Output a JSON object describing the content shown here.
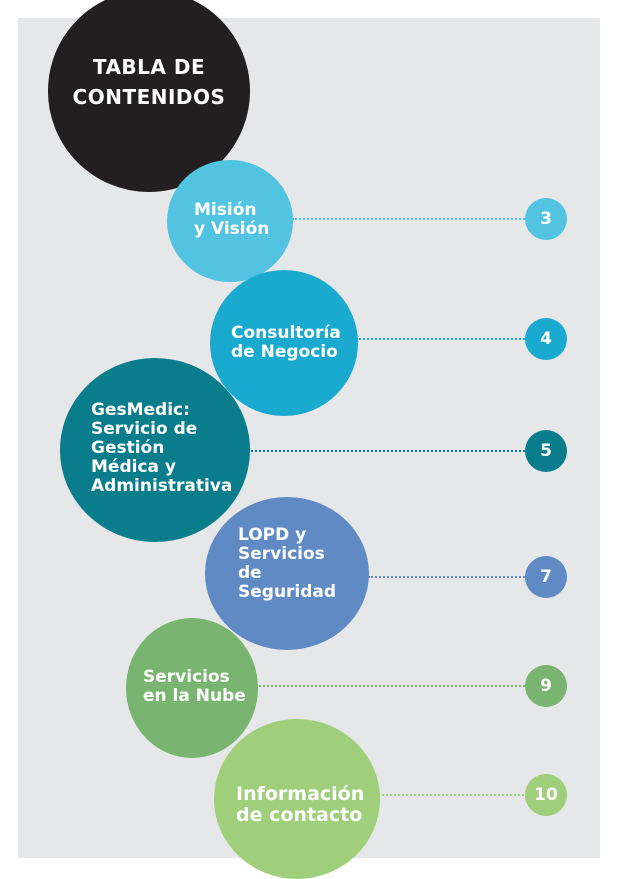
{
  "toc": {
    "title": "TABLA DE\nCONTENIDOS",
    "entries": [
      {
        "label": "Misión\ny Visión",
        "page": "3",
        "color": "#52c3e0"
      },
      {
        "label": "Consultoría\nde Negocio",
        "page": "4",
        "color": "#1aaacf"
      },
      {
        "label": "GesMedic:\nServicio de\nGestión\nMédica y\nAdministrativa",
        "page": "5",
        "color": "#0a7d8c"
      },
      {
        "label": "LOPD y\nServicios\nde\nSeguridad",
        "page": "7",
        "color": "#5f8ac4"
      },
      {
        "label": "Servicios\nen la Nube",
        "page": "9",
        "color": "#79b471"
      },
      {
        "label": "Información\nde contacto",
        "page": "10",
        "color": "#9fcf7a"
      }
    ]
  }
}
